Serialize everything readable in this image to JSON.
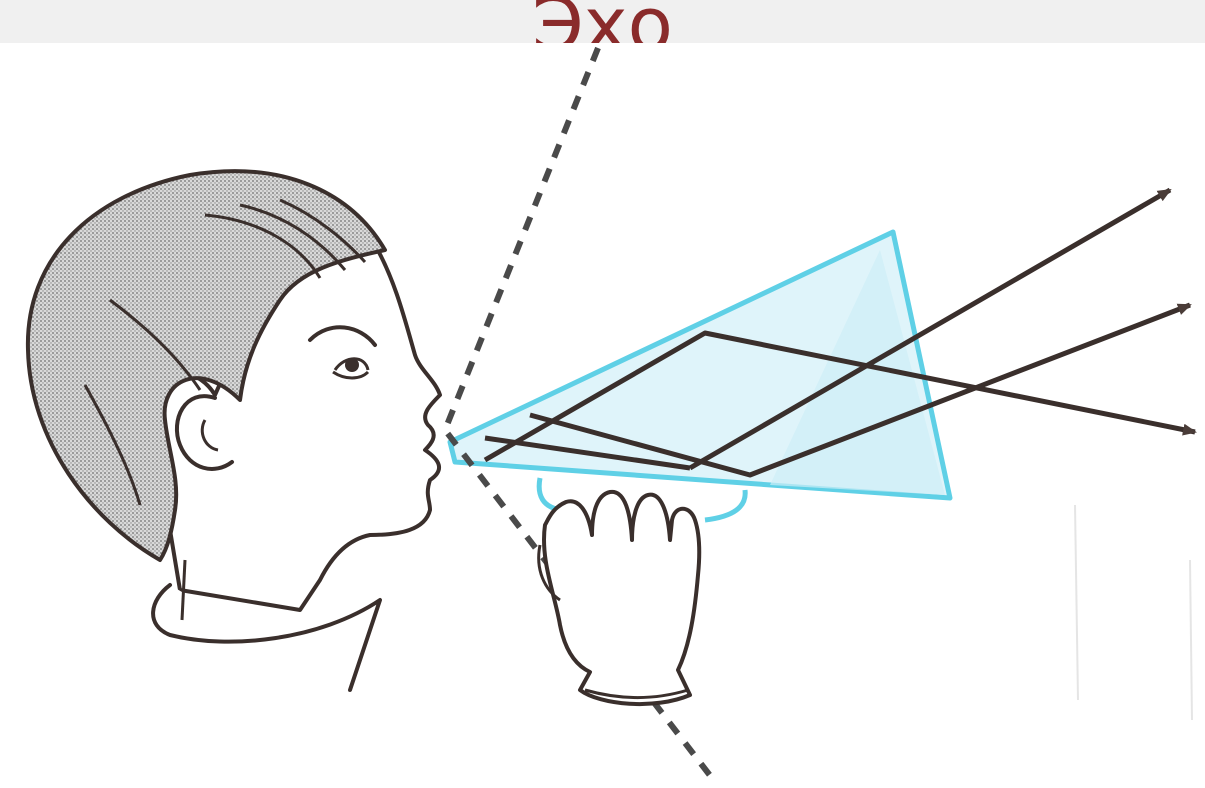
{
  "slide": {
    "title": "Эхо"
  },
  "diagram": {
    "elements": [
      "boy-head",
      "hair",
      "ear",
      "eye",
      "cupped-hand",
      "megaphone-cone",
      "dashed-boundary-line",
      "reflected-sound-ray",
      "outgoing-sound-arrows"
    ],
    "colors": {
      "title": "#8a2b2b",
      "cone": "#5fd0e6",
      "lines": "#3a2f2c",
      "top_band": "#f0f0f0"
    }
  }
}
